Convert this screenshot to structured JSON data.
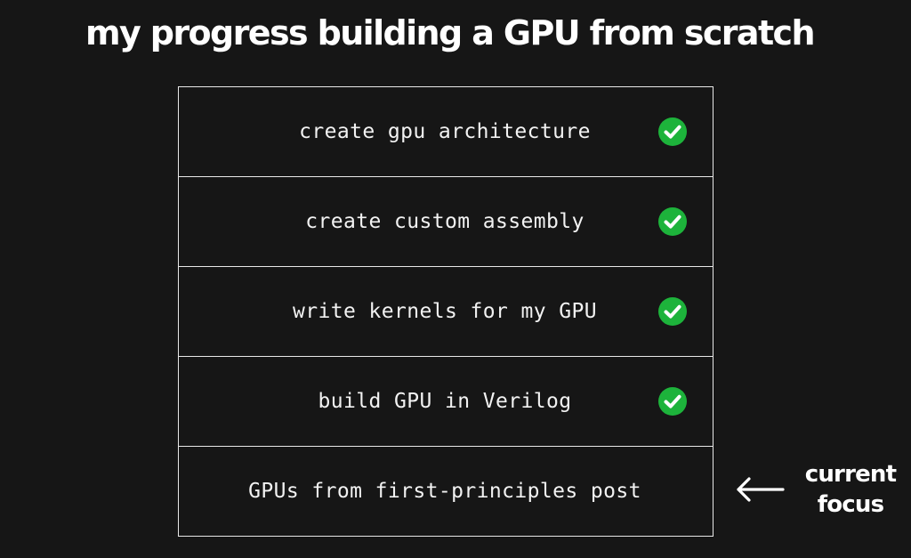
{
  "title": "my progress building a GPU from scratch",
  "steps": [
    {
      "label": "create gpu architecture",
      "done": true
    },
    {
      "label": "create custom assembly",
      "done": true
    },
    {
      "label": "write kernels for my GPU",
      "done": true
    },
    {
      "label": "build GPU in Verilog",
      "done": true
    },
    {
      "label": "GPUs from first-principles post",
      "done": false
    }
  ],
  "annotation": {
    "line1": "current",
    "line2": "focus"
  },
  "icons": {
    "done": "check-circle-icon",
    "pointer": "arrow-left-icon"
  },
  "colors": {
    "background": "#161616",
    "border": "#e8e8e8",
    "check": "#1db33b"
  }
}
